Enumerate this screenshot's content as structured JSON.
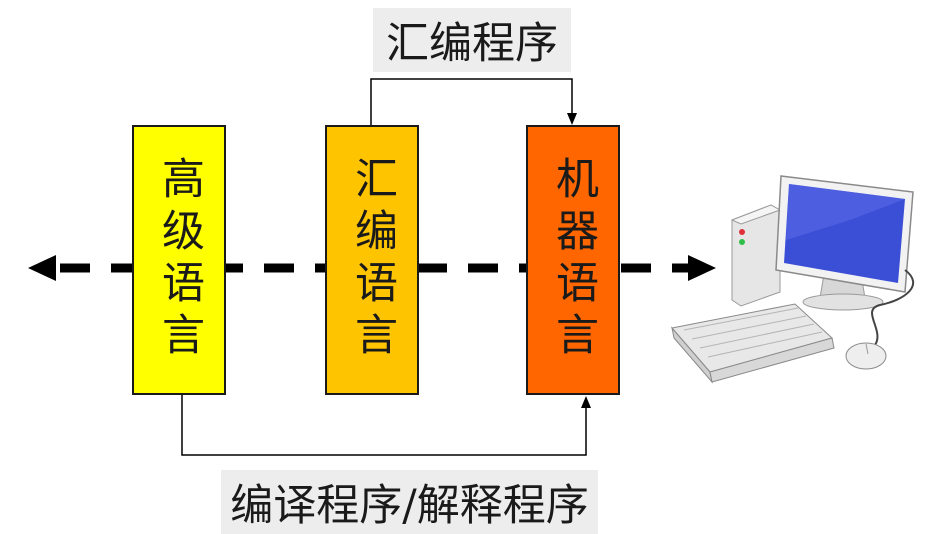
{
  "boxes": {
    "high_level": "高级语言",
    "assembly": "汇编语言",
    "machine": "机器语言"
  },
  "labels": {
    "assembler": "汇编程序",
    "compiler_interpreter": "编译程序/解释程序"
  },
  "colors": {
    "high_level_fill": "#ffff00",
    "assembly_fill": "#ffc400",
    "machine_fill": "#ff6600",
    "label_background": "#ededed",
    "stroke": "#1a1a1a"
  },
  "icons": [
    "computer-icon"
  ]
}
